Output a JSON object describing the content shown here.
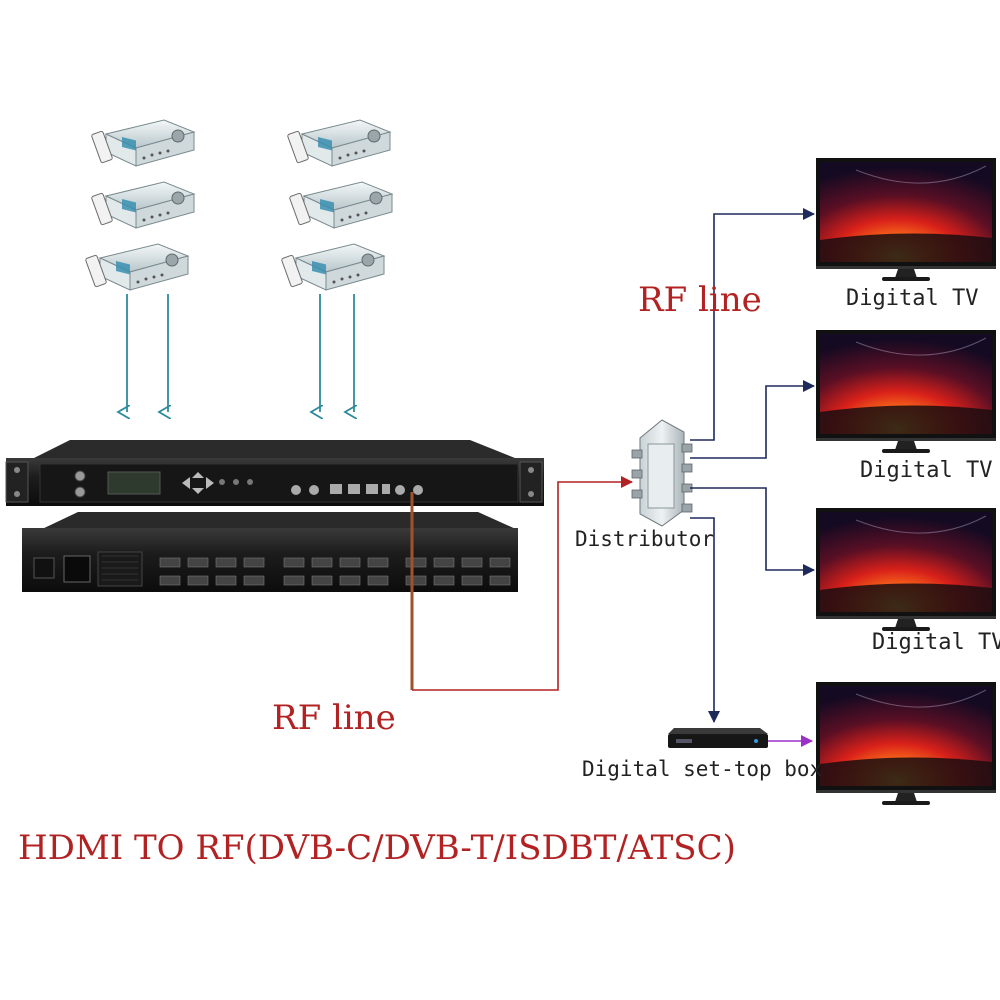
{
  "labels": {
    "rf_line_top": "RF line",
    "rf_line_bottom": "RF line",
    "distributor": "Distributor",
    "set_top_box": "Digital set-top box",
    "tv": [
      "Digital TV",
      "Digital TV",
      "Digital TV"
    ],
    "title": "HDMI TO RF(DVB-C/DVB-T/ISDBT/ATSC)"
  },
  "colors": {
    "label_red": "#b22222",
    "input_arrow": "#2e8b9a",
    "rf_cable": "#a0522d",
    "distributor_arrow": "#1e2a5a",
    "stb_arrow": "#9b30c8",
    "device_body": "#1a1a1a",
    "receiver_body": "#e6eef0"
  },
  "devices": {
    "receivers": 6,
    "tvs": 4,
    "icons": [
      "satellite-receiver-icon",
      "encoder-modulator-icon",
      "distributor-icon",
      "tv-icon",
      "set-top-box-icon"
    ]
  }
}
